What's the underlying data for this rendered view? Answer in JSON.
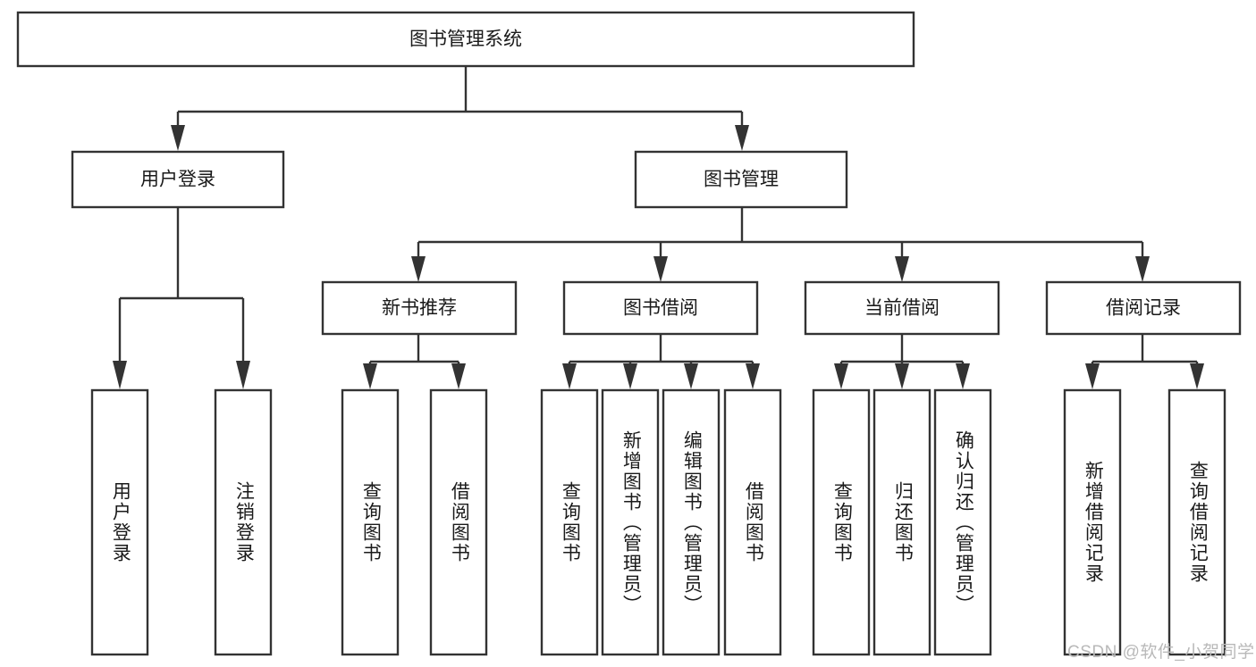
{
  "diagram": {
    "title": "图书管理系统",
    "type": "tree-hierarchy",
    "root": {
      "label": "图书管理系统"
    },
    "level2": [
      {
        "id": "user-login",
        "label": "用户登录"
      },
      {
        "id": "book-management",
        "label": "图书管理"
      }
    ],
    "level3": [
      {
        "id": "new-book-recommend",
        "label": "新书推荐",
        "parent": "book-management"
      },
      {
        "id": "book-borrow",
        "label": "图书借阅",
        "parent": "book-management"
      },
      {
        "id": "current-borrow",
        "label": "当前借阅",
        "parent": "book-management"
      },
      {
        "id": "borrow-record",
        "label": "借阅记录",
        "parent": "book-management"
      }
    ],
    "leaves": {
      "user-login": [
        {
          "id": "leaf-user-login",
          "label": "用户登录"
        },
        {
          "id": "leaf-user-logout",
          "label": "注销登录"
        }
      ],
      "new-book-recommend": [
        {
          "id": "leaf-query-book-1",
          "label": "查询图书"
        },
        {
          "id": "leaf-borrow-book-1",
          "label": "借阅图书"
        }
      ],
      "book-borrow": [
        {
          "id": "leaf-query-book-2",
          "label": "查询图书"
        },
        {
          "id": "leaf-add-book",
          "label": "新增图书（管理员）"
        },
        {
          "id": "leaf-edit-book",
          "label": "编辑图书（管理员）"
        },
        {
          "id": "leaf-borrow-book-2",
          "label": "借阅图书"
        }
      ],
      "current-borrow": [
        {
          "id": "leaf-query-book-3",
          "label": "查询图书"
        },
        {
          "id": "leaf-return-book",
          "label": "归还图书"
        },
        {
          "id": "leaf-confirm-return",
          "label": "确认归还（管理员）"
        }
      ],
      "borrow-record": [
        {
          "id": "leaf-add-record",
          "label": "新增借阅记录"
        },
        {
          "id": "leaf-query-record",
          "label": "查询借阅记录"
        }
      ]
    },
    "colors": {
      "box_stroke": "#333333",
      "box_fill": "#ffffff",
      "text": "#1a1a1a",
      "connector": "#333333",
      "background": "#ffffff",
      "watermark": "#b9b9b9"
    }
  },
  "watermark": {
    "text": "CSDN @软件_小贺同学"
  }
}
